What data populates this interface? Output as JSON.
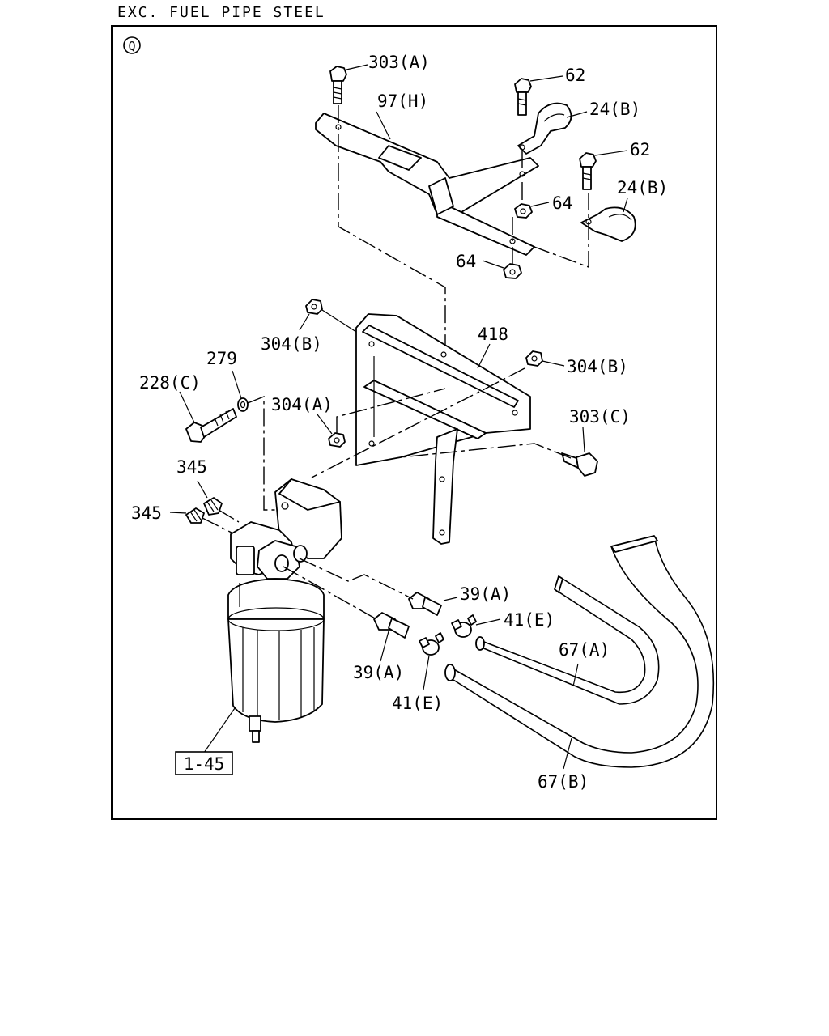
{
  "header": {
    "title": "EXC. FUEL PIPE STEEL"
  },
  "view_marker": "Q",
  "ref_box": "1-45",
  "parts": {
    "p303a": "303(A)",
    "p97h": "97(H)",
    "p62a": "62",
    "p24b_a": "24(B)",
    "p62b": "62",
    "p24b_b": "24(B)",
    "p64a": "64",
    "p64b": "64",
    "p304b_a": "304(B)",
    "p418": "418",
    "p304b_b": "304(B)",
    "p279": "279",
    "p228c": "228(C)",
    "p304a": "304(A)",
    "p303c": "303(C)",
    "p345a": "345",
    "p345b": "345",
    "p39a_a": "39(A)",
    "p41e_a": "41(E)",
    "p67a": "67(A)",
    "p39a_b": "39(A)",
    "p41e_b": "41(E)",
    "p67b": "67(B)"
  }
}
